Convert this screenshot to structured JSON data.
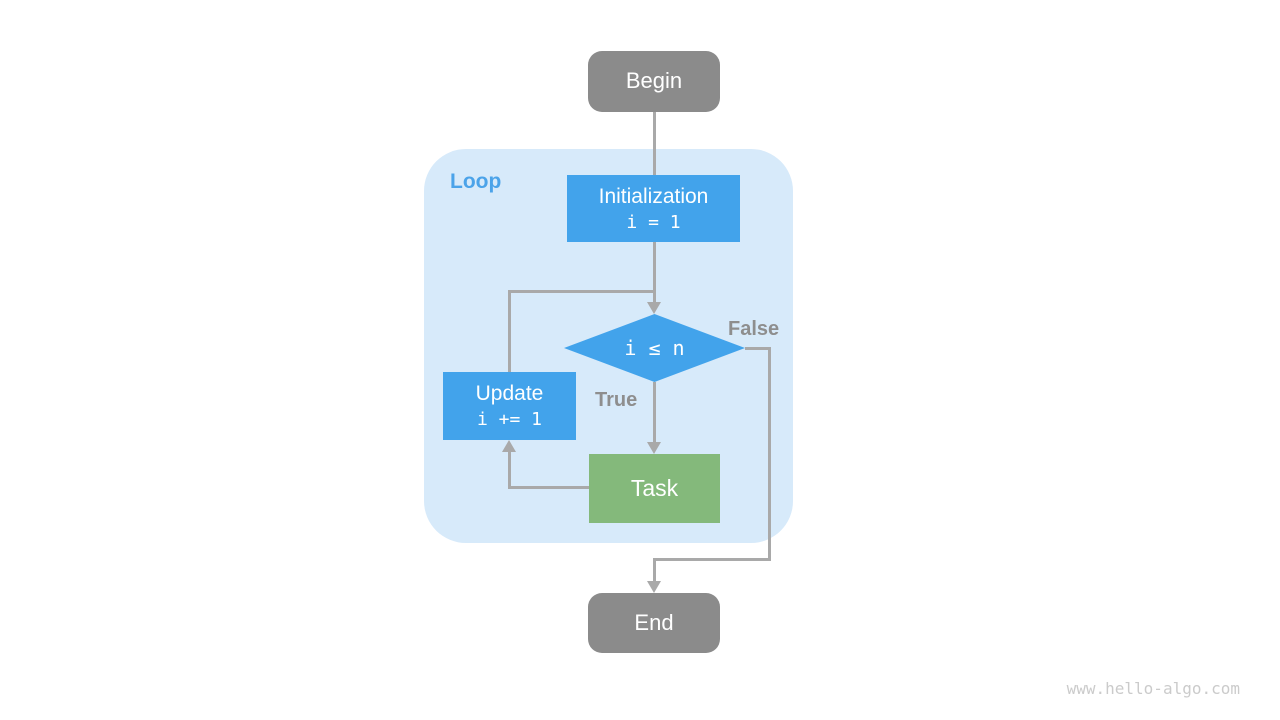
{
  "page": {
    "watermark": "www.hello-algo.com"
  },
  "colors": {
    "node_blue": "#42A3EB",
    "node_green": "#84B97B",
    "node_gray": "#8B8B8B",
    "loop_background": "#D7EAFA",
    "loop_label_blue": "#4BA3E9",
    "edge_gray": "#A9A9A9",
    "edge_label_gray": "#8E8E8E",
    "watermark_gray": "#CBCBCB"
  },
  "flowchart": {
    "loop_label": "Loop",
    "nodes": {
      "begin": {
        "label": "Begin"
      },
      "initialization": {
        "label": "Initialization",
        "code": "i = 1"
      },
      "condition": {
        "label": "i ≤ n"
      },
      "update": {
        "label": "Update",
        "code": "i += 1"
      },
      "task": {
        "label": "Task"
      },
      "end": {
        "label": "End"
      }
    },
    "edge_labels": {
      "true_branch": "True",
      "false_branch": "False"
    }
  }
}
